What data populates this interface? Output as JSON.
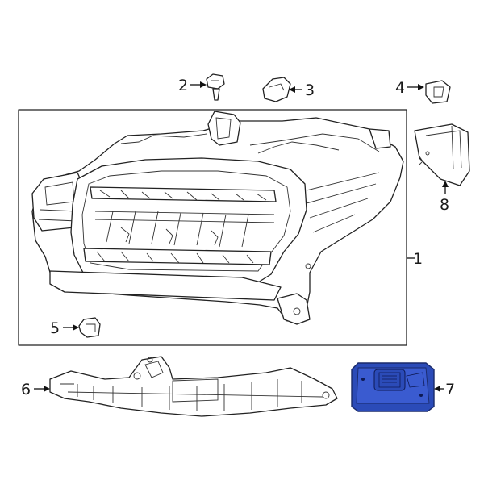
{
  "diagram": {
    "callouts": {
      "c1": "1",
      "c2": "2",
      "c3": "3",
      "c4": "4",
      "c5": "5",
      "c6": "6",
      "c7": "7",
      "c8": "8"
    },
    "highlight_color": "#2b4bb8"
  }
}
